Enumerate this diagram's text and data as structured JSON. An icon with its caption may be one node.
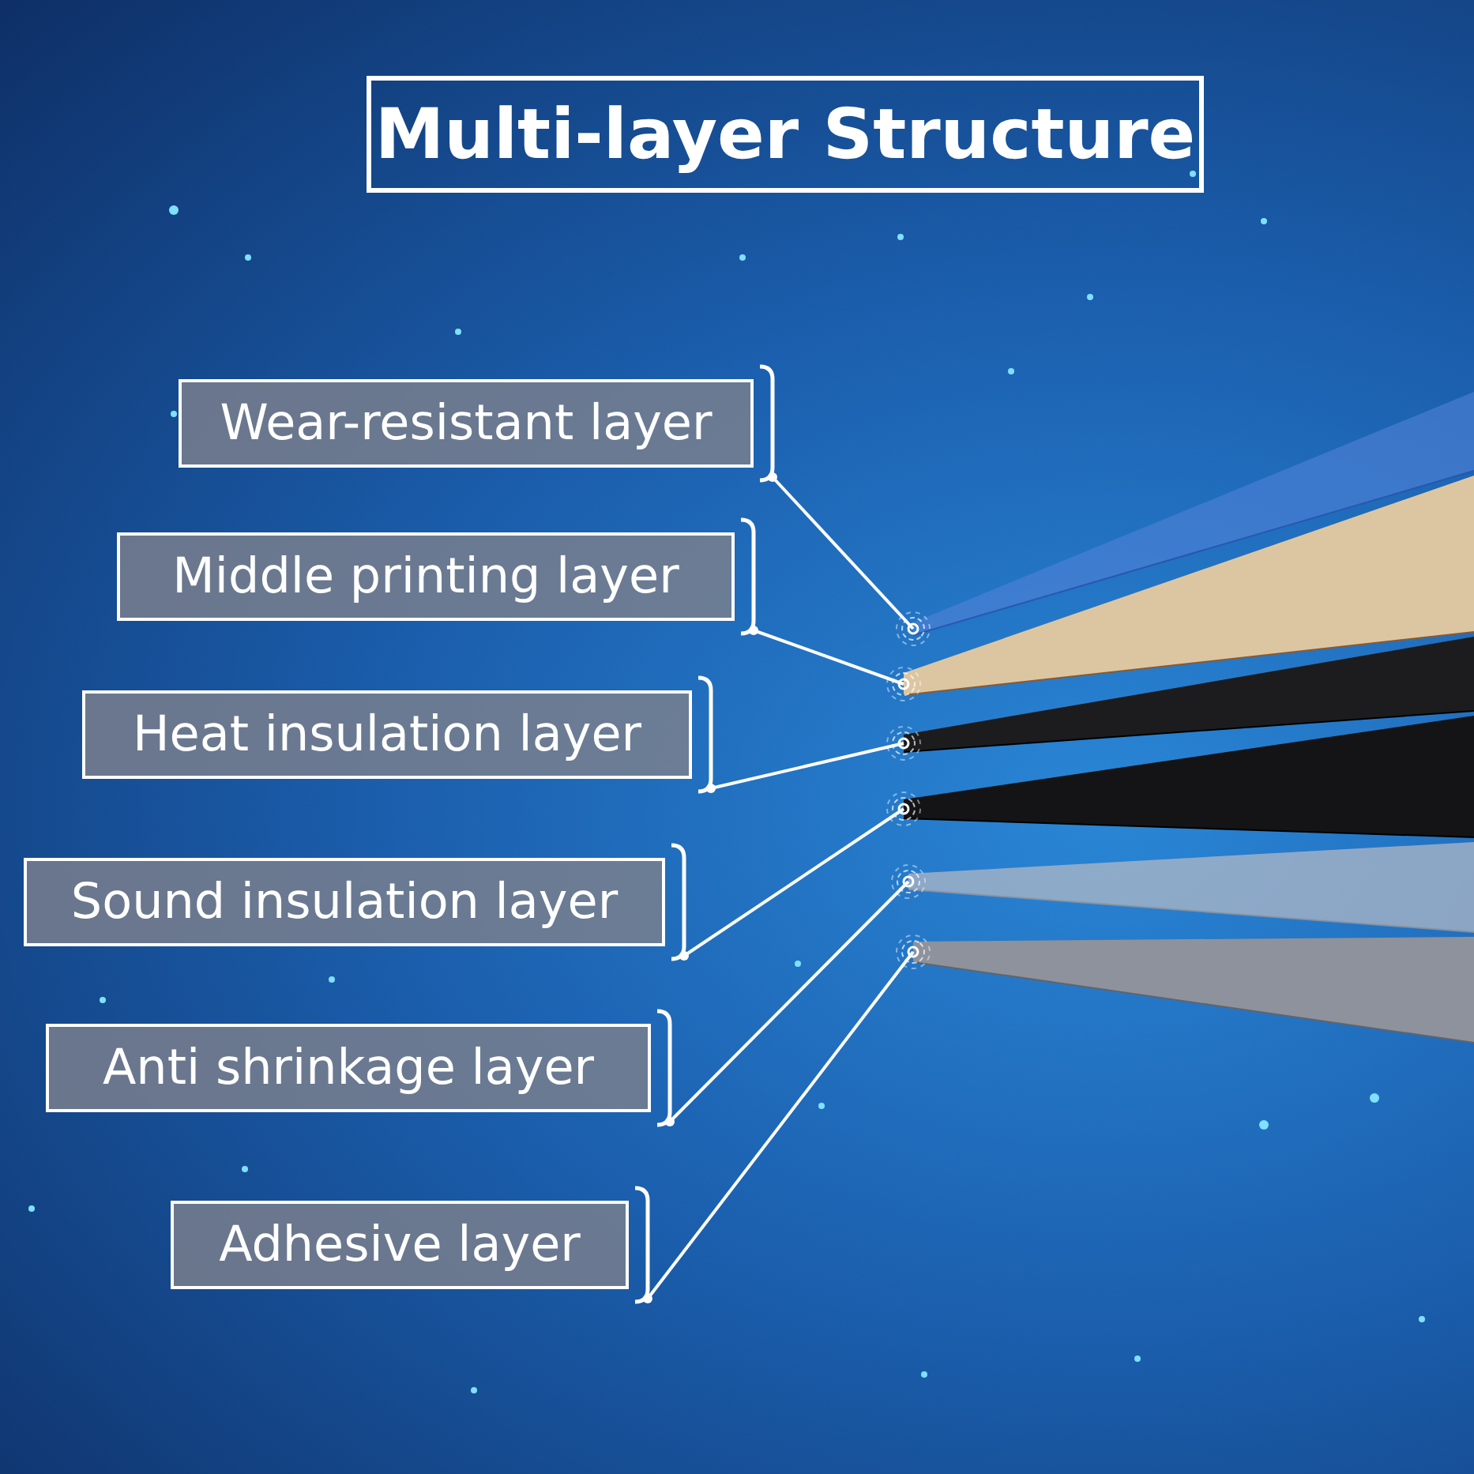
{
  "diagram": {
    "title": "Multi-layer Structure",
    "nodes": [
      {
        "text": [
          "Wear-resistant layer"
        ]
      },
      {
        "text": [
          "Middle printing layer"
        ]
      },
      {
        "text": [
          "Heat insulation layer"
        ]
      },
      {
        "text": [
          "Sound insulation layer"
        ]
      },
      {
        "text": [
          "Anti shrinkage layer"
        ]
      },
      {
        "text": [
          "Adhesive layer"
        ]
      },
      {
        "text": [],
        "shape": "box"
      },
      {
        "text": [],
        "shape": "box"
      },
      {
        "text": [],
        "shape": "box"
      },
      {
        "text": [],
        "shape": "box"
      },
      {
        "text": [],
        "shape": "box"
      },
      {
        "text": [],
        "shape": "box"
      }
    ],
    "edges": [
      {
        "from": 0,
        "to": 6,
        "arrow": "other"
      },
      {
        "from": 1,
        "to": 7,
        "arrow": "other"
      },
      {
        "from": 2,
        "to": 8,
        "arrow": "other"
      },
      {
        "from": 3,
        "to": 9,
        "arrow": "other"
      },
      {
        "from": 4,
        "to": 10,
        "arrow": "other"
      },
      {
        "from": 5,
        "to": 11,
        "arrow": "other"
      }
    ]
  }
}
